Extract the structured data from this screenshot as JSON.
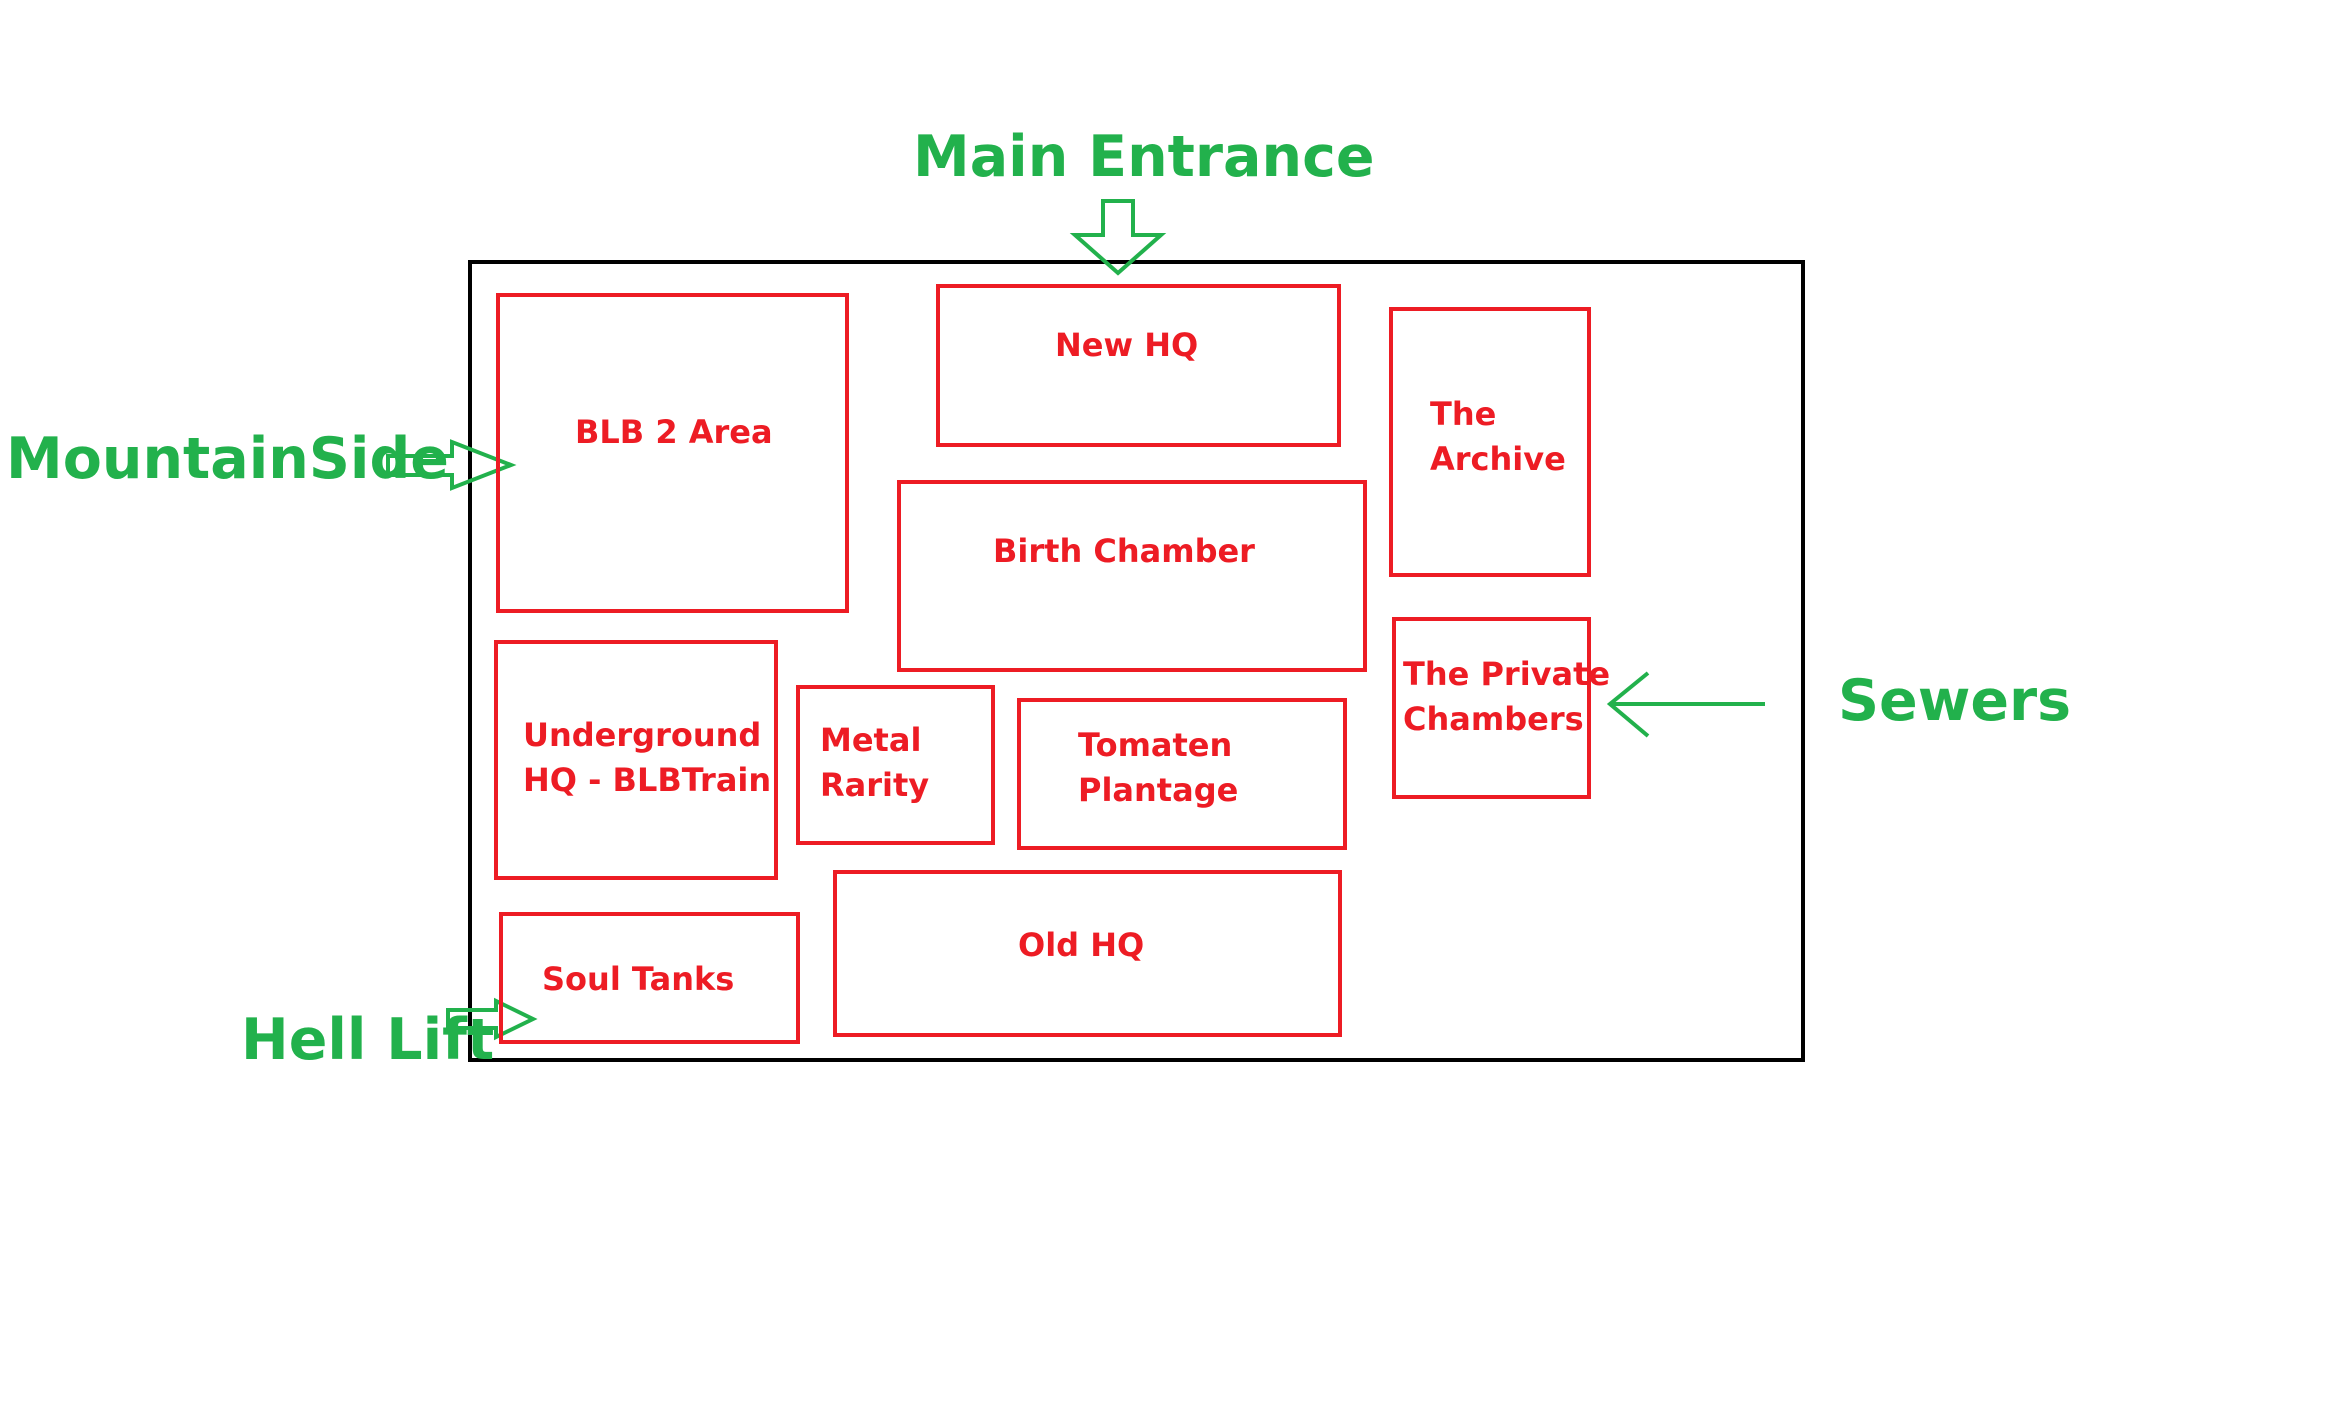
{
  "colors": {
    "entrance": "#22b14c",
    "room": "#ed1c24",
    "outline": "#000000"
  },
  "entrances": {
    "main_entrance": "Main Entrance",
    "mountainside": "MountainSide",
    "sewers": "Sewers",
    "hell_lift": "Hell Lift"
  },
  "rooms": {
    "blb2_area": "BLB 2 Area",
    "new_hq": "New HQ",
    "the_archive": [
      "The",
      "Archive"
    ],
    "birth_chamber": "Birth Chamber",
    "private_chambers": [
      "The Private",
      "Chambers"
    ],
    "underground_hq": [
      "Underground",
      "HQ - BLBTrain"
    ],
    "metal_rarity": [
      "Metal",
      "Rarity"
    ],
    "tomaten_plantage": [
      "Tomaten",
      "Plantage"
    ],
    "soul_tanks": "Soul Tanks",
    "old_hq": "Old HQ"
  }
}
